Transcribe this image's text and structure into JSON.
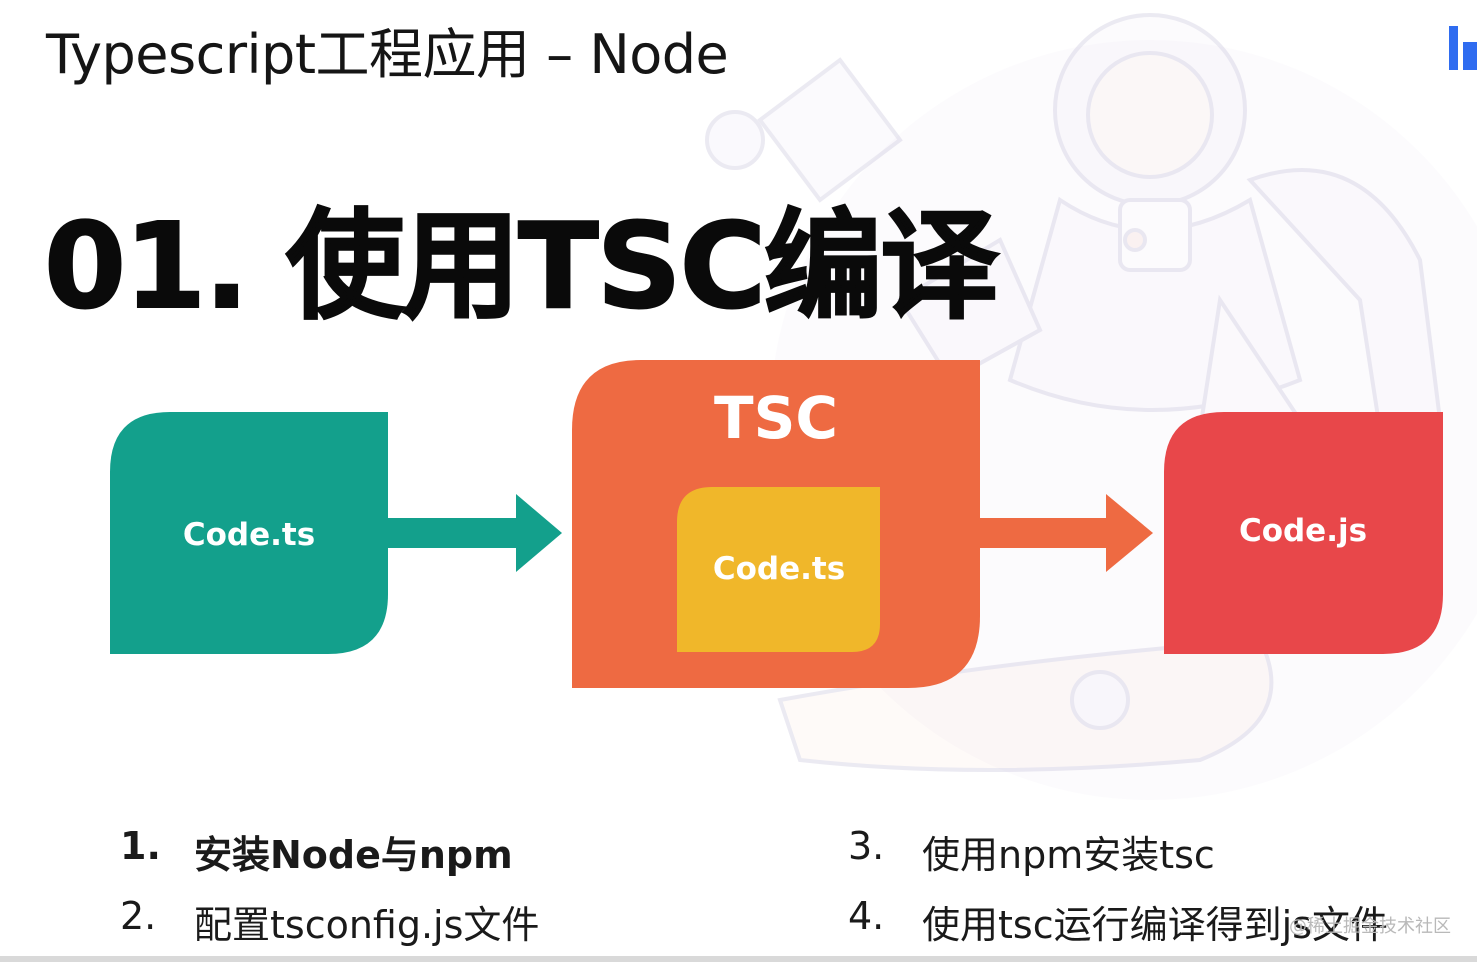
{
  "slide": {
    "header_title": "Typescript工程应用 – Node",
    "section_title": "01. 使用TSC编译"
  },
  "diagram": {
    "source_label": "Code.ts",
    "compiler_label": "TSC",
    "inner_label": "Code.ts",
    "output_label": "Code.js",
    "colors": {
      "source": "#13a08c",
      "compiler": "#ee6a42",
      "inner": "#f0b72a",
      "output": "#e8474a",
      "arrow1": "#13a08c",
      "arrow2": "#ee6a42"
    }
  },
  "steps": [
    {
      "num": "1.",
      "text": "安装Node与npm"
    },
    {
      "num": "2.",
      "text": "配置tsconfig.js文件"
    },
    {
      "num": "3.",
      "text": "使用npm安装tsc"
    },
    {
      "num": "4.",
      "text": "使用tsc运行编译得到js文件"
    }
  ],
  "watermark": "@稀土掘金技术社区",
  "icons": {
    "logo": "brand-logo-icon",
    "background": "astronaut-illustration"
  }
}
